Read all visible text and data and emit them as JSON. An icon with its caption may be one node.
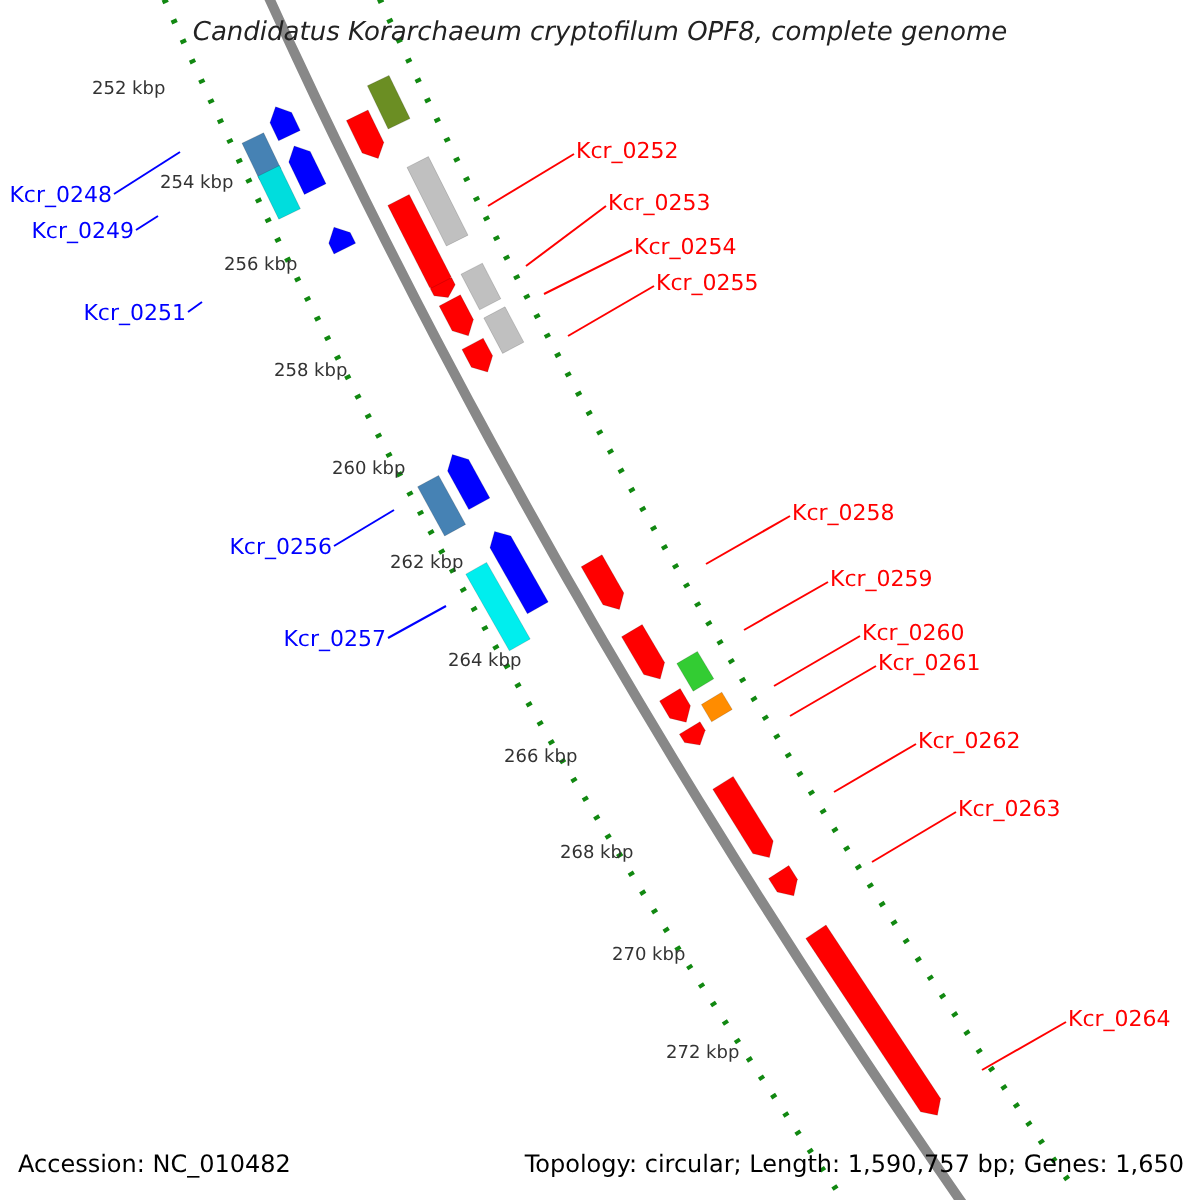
{
  "diagram": {
    "title": "Candidatus Korarchaeum cryptofilum OPF8, complete genome",
    "nodes": [
      {
        "text": [
          "Kcr_0248"
        ]
      },
      {
        "text": [
          "Kcr_0249"
        ]
      },
      {
        "text": [
          "Kcr_0251"
        ]
      },
      {
        "text": [
          "Kcr_0256"
        ]
      },
      {
        "text": [
          "Kcr_0257"
        ]
      },
      {
        "text": [
          "Kcr_0252"
        ]
      },
      {
        "text": [
          "Kcr_0253"
        ]
      },
      {
        "text": [
          "Kcr_0254"
        ]
      },
      {
        "text": [
          "Kcr_0255"
        ]
      },
      {
        "text": [
          "Kcr_0258"
        ]
      },
      {
        "text": [
          "Kcr_0259"
        ]
      },
      {
        "text": [
          "Kcr_0260"
        ]
      },
      {
        "text": [
          "Kcr_0261"
        ]
      },
      {
        "text": [
          "Kcr_0262"
        ]
      },
      {
        "text": [
          "Kcr_0263"
        ]
      },
      {
        "text": [
          "Kcr_0264"
        ]
      }
    ],
    "edges": [
      {
        "from": 0,
        "to": null,
        "arrow": "none",
        "color": "#0000ff"
      },
      {
        "from": 1,
        "to": null,
        "arrow": "none",
        "color": "#0000ff"
      },
      {
        "from": 2,
        "to": null,
        "arrow": "none",
        "color": "#0000ff"
      },
      {
        "from": 3,
        "to": null,
        "arrow": "none",
        "color": "#0000ff"
      },
      {
        "from": 4,
        "to": null,
        "arrow": "none",
        "color": "#0000ff"
      },
      {
        "from": 5,
        "to": null,
        "arrow": "none"
      },
      {
        "from": 6,
        "to": null,
        "arrow": "none"
      },
      {
        "from": 7,
        "to": null,
        "arrow": "none"
      },
      {
        "from": 8,
        "to": null,
        "arrow": "none"
      },
      {
        "from": 9,
        "to": null,
        "arrow": "none"
      },
      {
        "from": 10,
        "to": null,
        "arrow": "none"
      },
      {
        "from": 11,
        "to": null,
        "arrow": "none"
      },
      {
        "from": 12,
        "to": null,
        "arrow": "none"
      },
      {
        "from": 13,
        "to": null,
        "arrow": "none"
      },
      {
        "from": 14,
        "to": null,
        "arrow": "none"
      },
      {
        "from": 15,
        "to": null,
        "arrow": "none"
      }
    ],
    "labels": [
      "252 kbp",
      "254 kbp",
      "256 kbp",
      "258 kbp",
      "260 kbp",
      "262 kbp",
      "264 kbp",
      "266 kbp",
      "268 kbp",
      "270 kbp",
      "272 kbp",
      "Accession: NC_010482",
      "Topology: circular; Length: 1,590,757 bp; Genes: 1,650"
    ]
  }
}
